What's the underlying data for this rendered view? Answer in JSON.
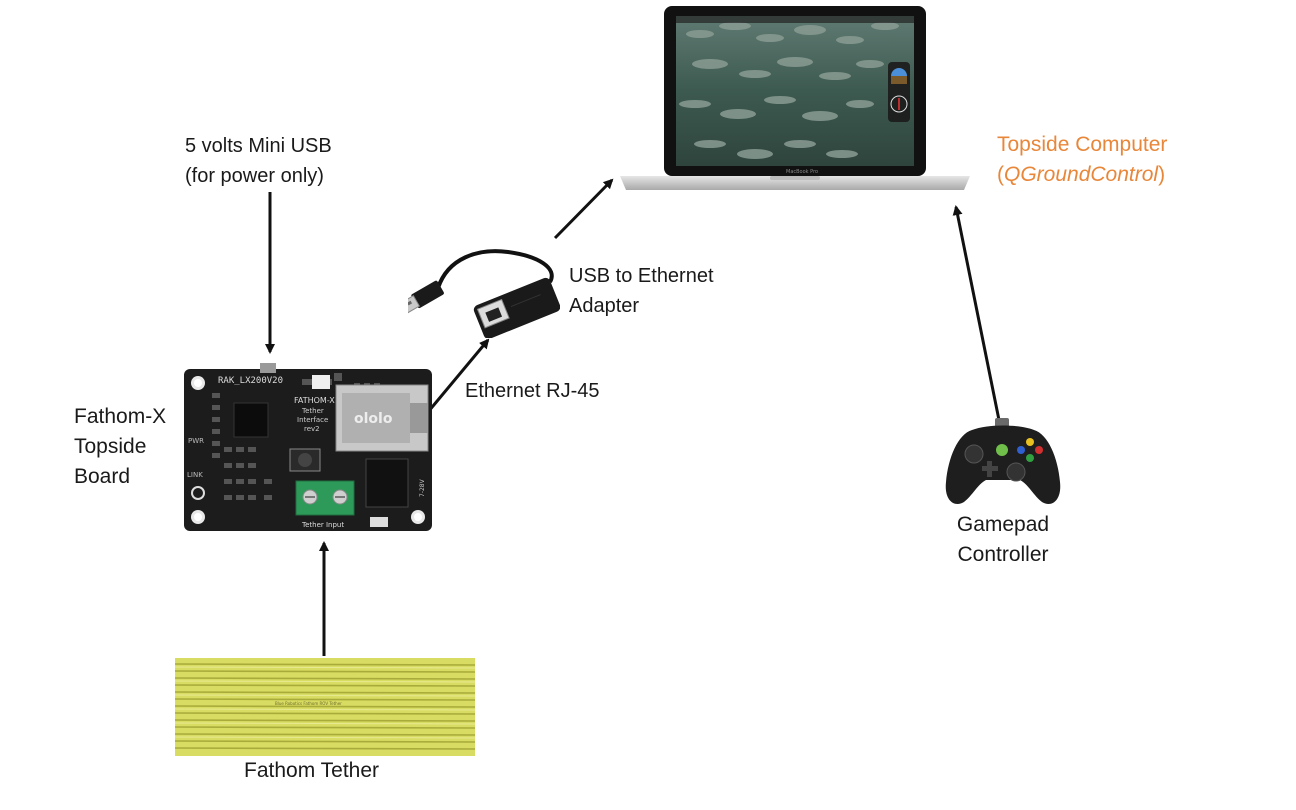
{
  "labels": {
    "usb_power_line1": "5 volts Mini USB",
    "usb_power_line2": "(for power only)",
    "board_line1": "Fathom-X",
    "board_line2": "Topside",
    "board_line3": "Board",
    "ethernet": "Ethernet RJ-45",
    "adapter_line1": "USB to Ethernet",
    "adapter_line2": "Adapter",
    "computer_line1": "Topside Computer",
    "computer_paren_open": "(",
    "computer_software": "QGroundControl",
    "computer_paren_close": ")",
    "gamepad_line1": "Gamepad",
    "gamepad_line2": "Controller",
    "tether": "Fathom Tether"
  },
  "board_markings": {
    "chip_label": "RAK_LX200V20",
    "board_title": "FATHOM-X",
    "board_sub1": "Tether",
    "board_sub2": "Interface",
    "board_rev": "rev2",
    "terminal_label": "Tether Input",
    "power_label": "7-28V",
    "pwr": "PWR",
    "link": "LINK",
    "jack_brand": "ololo"
  },
  "laptop_markings": {
    "model": "MacBook Pro"
  },
  "tether_markings": {
    "print": "Blue Robotics Fathom ROV Tether"
  },
  "colors": {
    "text": "#1a1a1a",
    "accent_orange": "#e8873a",
    "tether_yellow": "#d9dc62",
    "pcb_black": "#1c1c1c",
    "terminal_green": "#2e9a5a"
  }
}
